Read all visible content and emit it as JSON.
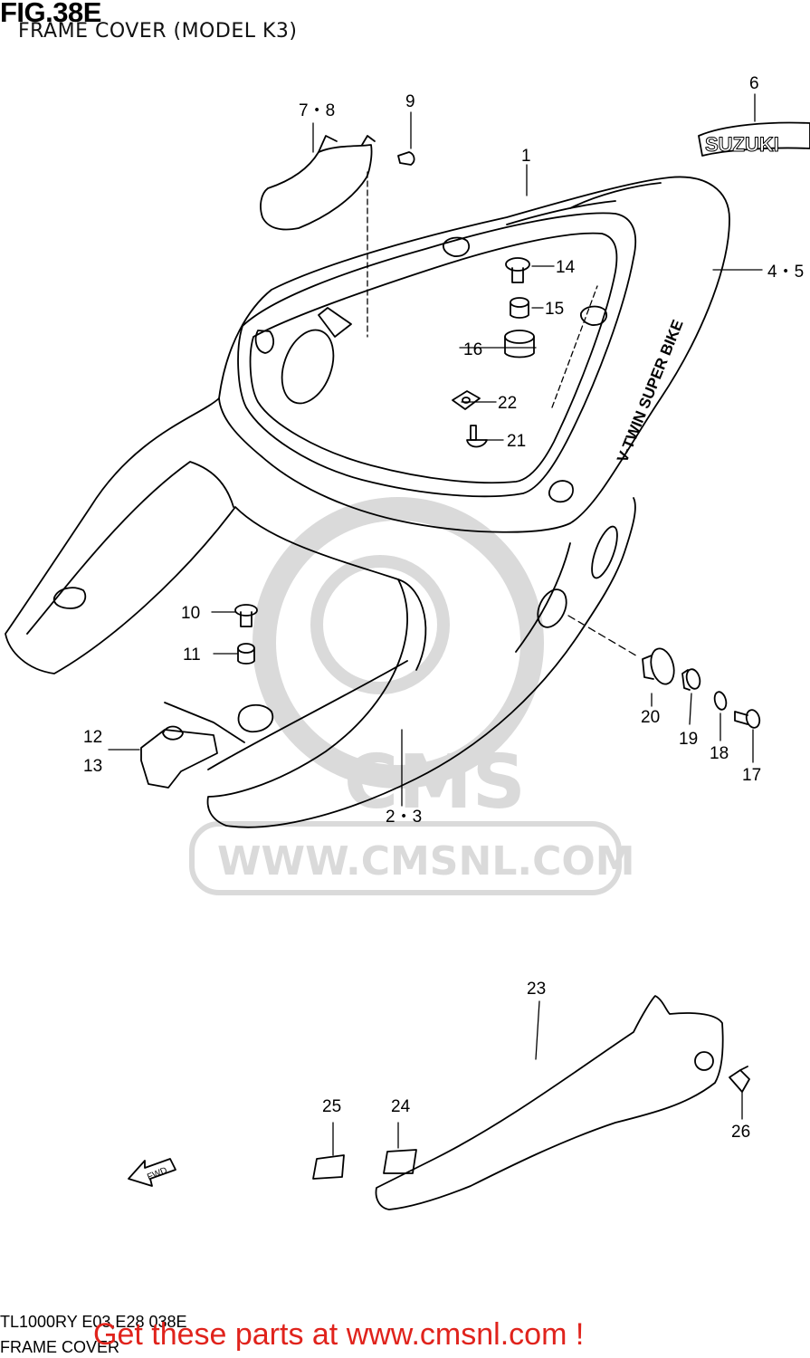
{
  "header": {
    "fig_label": "FIG.38E",
    "subtitle": "FRAME COVER (MODEL K3)"
  },
  "footer": {
    "model_code": "TL1000RY E03,E28 038E",
    "section_name": "FRAME COVER",
    "promo_text": "Get these parts at www.cmsnl.com !"
  },
  "watermark": {
    "brand": "CMS",
    "url": "WWW.CMSNL.COM"
  },
  "decals": {
    "tank_badge": "SUZUKI",
    "side_text": "V-TWIN SUPER BIKE",
    "fwd_arrow": "FWD"
  },
  "callouts": [
    {
      "id": "c1",
      "label": "1"
    },
    {
      "id": "c2-3",
      "label": "2・3"
    },
    {
      "id": "c4-5",
      "label": "4・5"
    },
    {
      "id": "c6",
      "label": "6"
    },
    {
      "id": "c7-8",
      "label": "7・8"
    },
    {
      "id": "c9",
      "label": "9"
    },
    {
      "id": "c10",
      "label": "10"
    },
    {
      "id": "c11",
      "label": "11"
    },
    {
      "id": "c12",
      "label": "12"
    },
    {
      "id": "c13",
      "label": "13"
    },
    {
      "id": "c14",
      "label": "14"
    },
    {
      "id": "c15",
      "label": "15"
    },
    {
      "id": "c16",
      "label": "16"
    },
    {
      "id": "c17",
      "label": "17"
    },
    {
      "id": "c18",
      "label": "18"
    },
    {
      "id": "c19",
      "label": "19"
    },
    {
      "id": "c20",
      "label": "20"
    },
    {
      "id": "c21",
      "label": "21"
    },
    {
      "id": "c22",
      "label": "22"
    },
    {
      "id": "c23",
      "label": "23"
    },
    {
      "id": "c24",
      "label": "24"
    },
    {
      "id": "c25",
      "label": "25"
    },
    {
      "id": "c26",
      "label": "26"
    }
  ],
  "colors": {
    "line": "#000000",
    "watermark": "#dadada",
    "promo": "#e0231c"
  }
}
